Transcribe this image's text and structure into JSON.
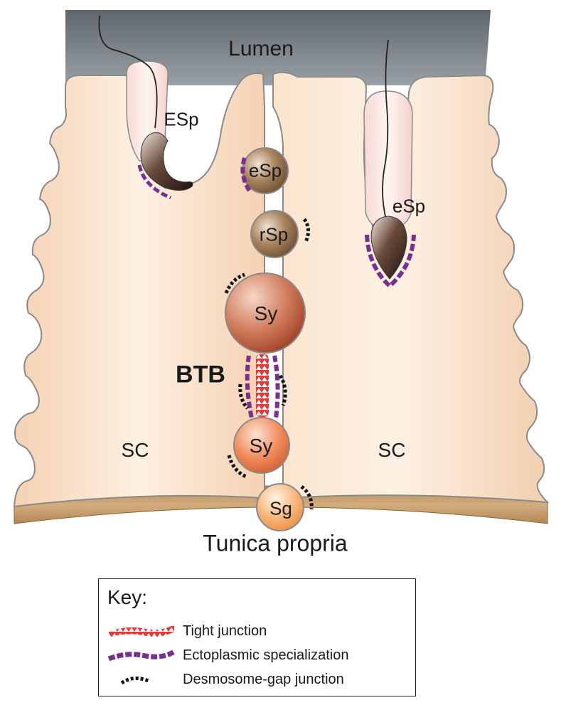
{
  "labels": {
    "lumen": "Lumen",
    "elongating_spermatid_large": "ESp",
    "elongating_spermatid_left": "eSp",
    "round_spermatid": "rSp",
    "spermatocyte_upper": "Sy",
    "spermatocyte_lower": "Sy",
    "spermatogonium": "Sg",
    "elongating_spermatid_right": "eSp",
    "blood_testis_barrier": "BTB",
    "sertoli_cell_left": "SC",
    "sertoli_cell_right": "SC",
    "tunica_propria": "Tunica propria"
  },
  "key": {
    "title": "Key:",
    "items": [
      {
        "label": "Tight junction",
        "icon": "tight-junction-icon",
        "color": "#e23b3b"
      },
      {
        "label": "Ectoplasmic specialization",
        "icon": "ectoplasmic-specialization-icon",
        "color": "#7a2e8e"
      },
      {
        "label": "Desmosome-gap junction",
        "icon": "desmosome-gap-junction-icon",
        "color": "#111111"
      }
    ]
  },
  "colors": {
    "lumen": "#737a80",
    "sertoli_cell": "#f7dcc0",
    "tunica_propria": "#c49a66",
    "spermatid_head": "#4a3428",
    "spermatocyte": "#c96a48",
    "spermatogonium": "#f0a060",
    "tight_junction": "#e23b3b",
    "ectoplasmic_specialization": "#7a2e8e",
    "desmosome": "#111111"
  }
}
